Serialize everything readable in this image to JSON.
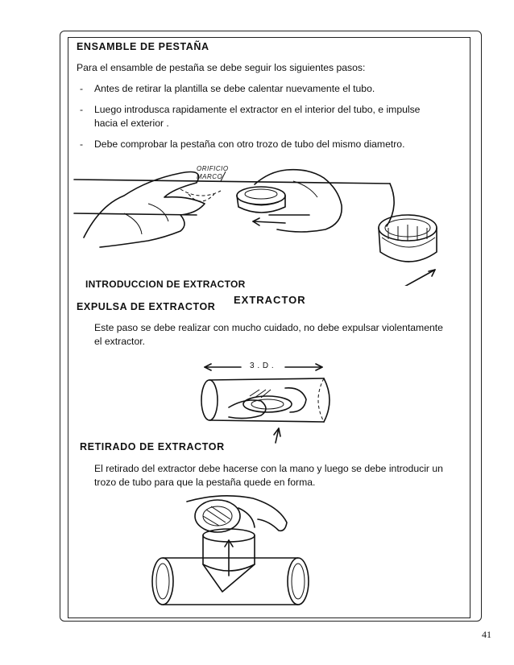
{
  "heading": "ENSAMBLE   DE  PESTAÑA",
  "intro": "Para el ensamble de pestaña se debe seguir los siguientes pasos:",
  "bullet_marker": "-",
  "steps": [
    "Antes de retirar la plantilla se debe calentar nuevamente el tubo.",
    "Luego introdusca rapidamente el  extractor en el interior del tubo, e impulse",
    "hacia el exterior .",
    "Debe comprobar la pestaña con otro trozo de tubo del mismo diametro."
  ],
  "figure1": {
    "sketch_label_1": "ORIFICIO",
    "sketch_label_2": "MARCO",
    "caption": "INTRODUCCION DE EXTRACTOR",
    "callout": "EXTRACTOR"
  },
  "section2": {
    "heading": "EXPULSA  DE  EXTRACTOR",
    "text_1": "Este paso se debe realizar con mucho cuidado, no debe expulsar violentamente",
    "text_2": "el extractor.",
    "dimension_label": "3 . D ."
  },
  "section3": {
    "heading": "RETIRADO  DE  EXTRACTOR",
    "text_1": "El retirado del extractor debe hacerse con la mano y luego se debe introducir un",
    "text_2": "trozo de tubo para que la pestaña quede en forma."
  },
  "page_number": "41"
}
